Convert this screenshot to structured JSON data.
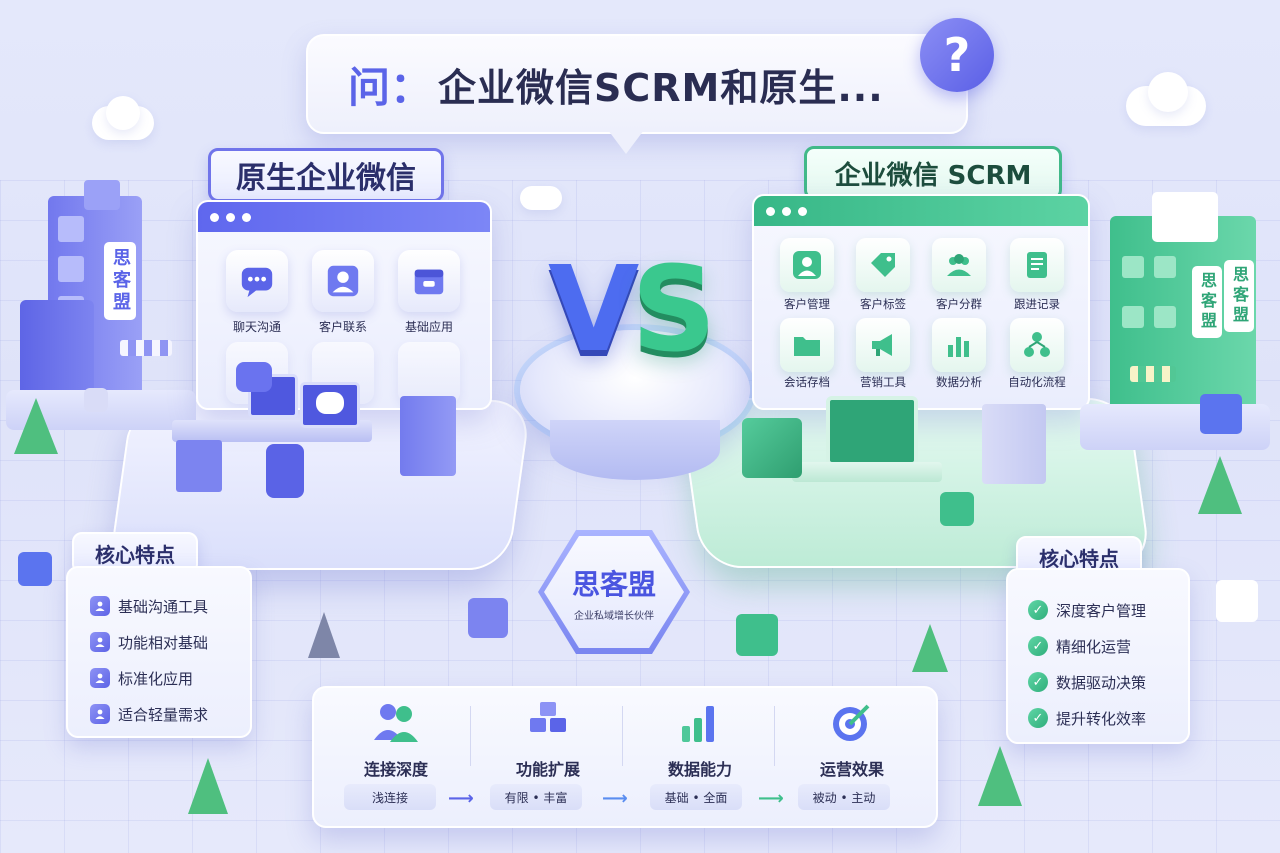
{
  "question": {
    "prefix": "问：",
    "text": "企业微信SCRM和原生...",
    "icon_mark": "?"
  },
  "left": {
    "title": "原生企业微信",
    "building_sign": "思客盟",
    "window_apps": [
      {
        "label": "聊天沟通",
        "icon": "chat-icon"
      },
      {
        "label": "客户联系",
        "icon": "contact-icon"
      },
      {
        "label": "基础应用",
        "icon": "app-box-icon"
      }
    ],
    "features_title": "核心特点",
    "features": [
      "基础沟通工具",
      "功能相对基础",
      "标准化应用",
      "适合轻量需求"
    ],
    "accent": "#5b64e8"
  },
  "right": {
    "title": "企业微信 SCRM",
    "building_sign_1": "思客盟",
    "building_sign_2": "思客盟",
    "window_apps": [
      {
        "label": "客户管理",
        "icon": "customer-icon"
      },
      {
        "label": "客户标签",
        "icon": "tag-icon"
      },
      {
        "label": "客户分群",
        "icon": "group-icon"
      },
      {
        "label": "跟进记录",
        "icon": "record-icon"
      },
      {
        "label": "会话存档",
        "icon": "archive-icon"
      },
      {
        "label": "营销工具",
        "icon": "megaphone-icon"
      },
      {
        "label": "数据分析",
        "icon": "bar-chart-icon"
      },
      {
        "label": "自动化流程",
        "icon": "flow-icon"
      }
    ],
    "features_title": "核心特点",
    "features": [
      "深度客户管理",
      "精细化运营",
      "数据驱动决策",
      "提升转化效率"
    ],
    "accent": "#37b787"
  },
  "vs": {
    "v": "V",
    "s": "S"
  },
  "badge": {
    "title": "思客盟",
    "subtitle": "企业私域增长伙伴"
  },
  "comparison": [
    {
      "title": "连接深度",
      "detail": "浅连接",
      "icon": "people-icon"
    },
    {
      "title": "功能扩展",
      "detail": "有限 • 丰富",
      "icon": "cubes-icon"
    },
    {
      "title": "数据能力",
      "detail": "基础 • 全面",
      "icon": "bars-icon"
    },
    {
      "title": "运营效果",
      "detail": "被动 • 主动",
      "icon": "target-icon"
    }
  ]
}
